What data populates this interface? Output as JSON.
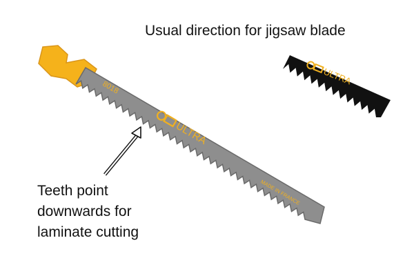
{
  "captions": {
    "usual_direction": "Usual direction for jigsaw blade",
    "teeth_line_1": "Teeth point",
    "teeth_line_2": "downwards for",
    "teeth_line_3": "laminate cutting"
  },
  "main_blade": {
    "model_code": "8018",
    "brand": "ULTRA",
    "origin": "MADE IN FRANCE"
  },
  "small_blade": {
    "brand": "ULTRA"
  },
  "colors": {
    "shank_yellow": "#F5B21B",
    "blade_grey": "#8E8E8E",
    "blade_outline": "#6A6A6A",
    "small_blade_black": "#111111",
    "label_text": "#F0B020"
  }
}
